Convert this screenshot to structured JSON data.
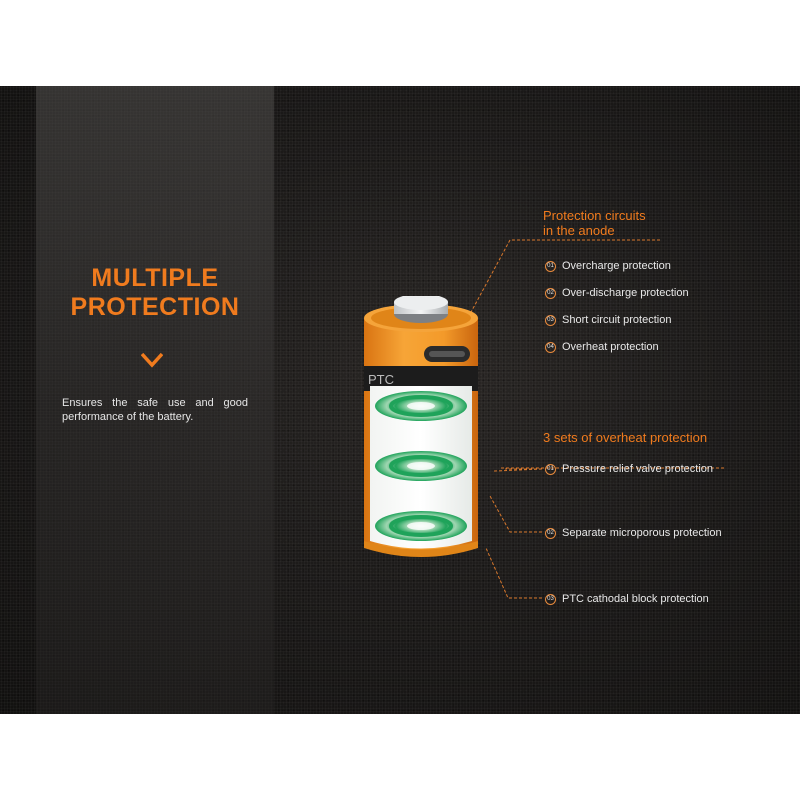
{
  "headline": {
    "line1": "MULTIPLE",
    "line2": "PROTECTION"
  },
  "description": "Ensures the safe use and good performance of the battery.",
  "anode_section": {
    "title_line1": "Protection circuits",
    "title_line2": "in the anode",
    "items": [
      {
        "num": "01",
        "label": "Overcharge protection"
      },
      {
        "num": "02",
        "label": "Over-discharge protection"
      },
      {
        "num": "03",
        "label": "Short circuit protection"
      },
      {
        "num": "04",
        "label": "Overheat protection"
      }
    ]
  },
  "overheat_section": {
    "title": "3 sets of overheat protection",
    "items": [
      {
        "num": "01",
        "label": "Pressure relief valve protection"
      },
      {
        "num": "02",
        "label": "Separate microporous protection"
      },
      {
        "num": "03",
        "label": "PTC cathodal block protection"
      }
    ]
  },
  "colors": {
    "accent": "#f07b1e",
    "battery_orange": "#f39a2a",
    "green_ring": "#1fa35a",
    "background": "#1d1b1a"
  }
}
